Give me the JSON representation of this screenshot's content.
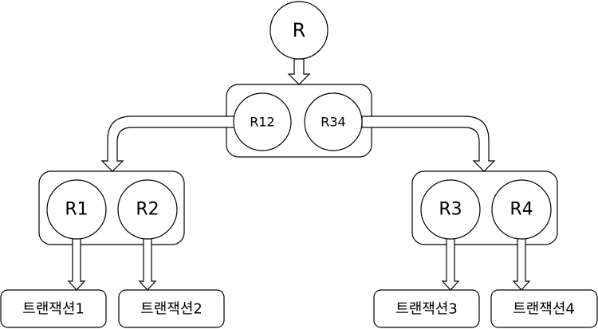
{
  "diagram": {
    "root": {
      "label": "R"
    },
    "level1": {
      "left": {
        "label": "R12"
      },
      "right": {
        "label": "R34"
      }
    },
    "level2": {
      "left": [
        {
          "label": "R1"
        },
        {
          "label": "R2"
        }
      ],
      "right": [
        {
          "label": "R3"
        },
        {
          "label": "R4"
        }
      ]
    },
    "transactions": [
      {
        "label": "트랜잭션1"
      },
      {
        "label": "트랜잭션2"
      },
      {
        "label": "트랜잭션3"
      },
      {
        "label": "트랜잭션4"
      }
    ],
    "colors": {
      "stroke": "#000000",
      "fill": "#ffffff",
      "text": "#000000"
    }
  }
}
